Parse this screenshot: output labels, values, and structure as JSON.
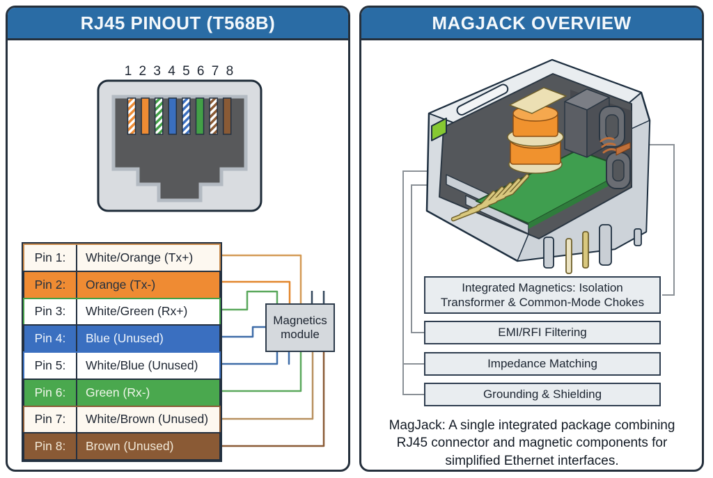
{
  "left_panel": {
    "title": "RJ45 PINOUT (T568B)",
    "pin_numbers": [
      "1",
      "2",
      "3",
      "4",
      "5",
      "6",
      "7",
      "8"
    ],
    "pins": [
      {
        "label": "Pin 1:",
        "desc": "White/Orange (Tx+)"
      },
      {
        "label": "Pin 2:",
        "desc": "Orange (Tx-)"
      },
      {
        "label": "Pin 3:",
        "desc": "White/Green (Rx+)"
      },
      {
        "label": "Pin 4:",
        "desc": "Blue (Unused)"
      },
      {
        "label": "Pin 5:",
        "desc": "White/Blue (Unused)"
      },
      {
        "label": "Pin 6:",
        "desc": "Green (Rx-)"
      },
      {
        "label": "Pin 7:",
        "desc": "White/Brown (Unused)"
      },
      {
        "label": "Pin 8:",
        "desc": "Brown (Unused)"
      }
    ],
    "magnetics_module_label": "Magnetics module"
  },
  "right_panel": {
    "title": "MAGJACK OVERVIEW",
    "labels": [
      "Integrated Magnetics: Isolation Transformer & Common-Mode Chokes",
      "EMI/RFI Filtering",
      "Impedance Matching",
      "Grounding & Shielding"
    ],
    "caption": "MagJack: A single integrated package combining RJ45 connector and magnetic components for simplified Ethernet interfaces."
  },
  "colors": {
    "header_blue": "#2a6ca5",
    "panel_border": "#25303c",
    "orange": "#ef8b33",
    "green": "#43a047",
    "blue": "#3a6fc0",
    "brown": "#8a5a35",
    "wire_tan": "#d49a55",
    "wire_orange": "#e2862c",
    "wire_green": "#5aa85c",
    "wire_blue": "#3e6ca8",
    "wire_light_brown": "#b8905e",
    "wire_dark_brown": "#8a5a35",
    "callout_line_gray": "#8a9096",
    "led_green": "#86c832",
    "transformer_orange": "#f0922e",
    "pcb_green": "#3f9e4f",
    "gold_pin": "#d9c87e"
  }
}
